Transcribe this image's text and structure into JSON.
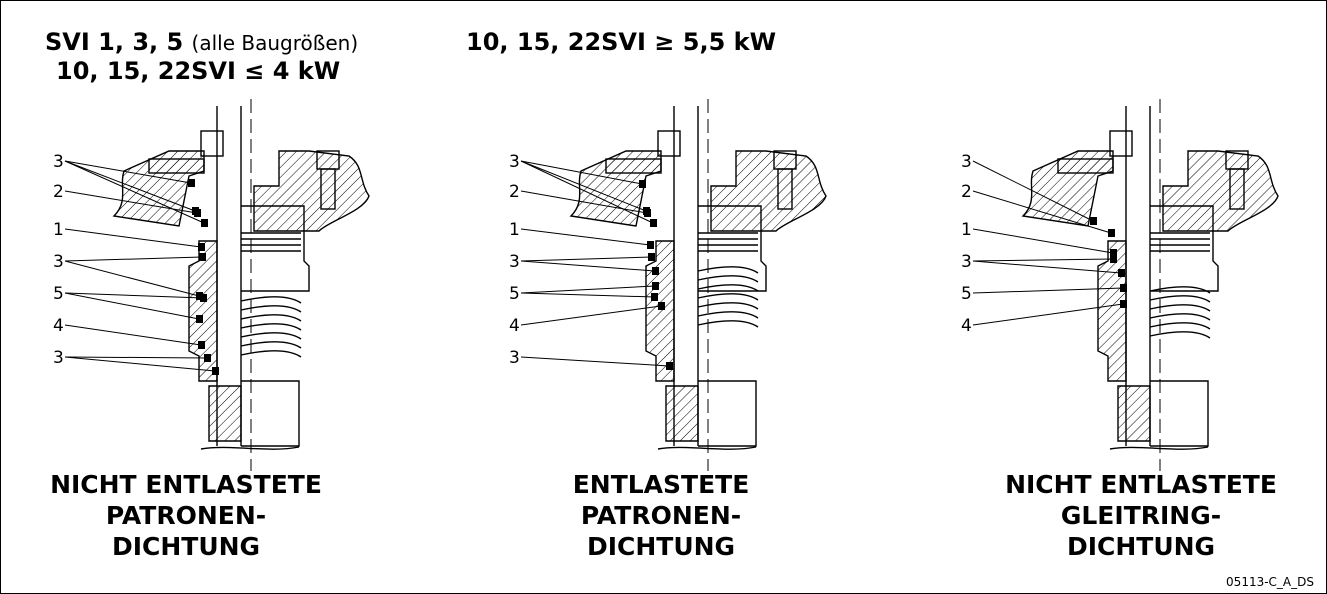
{
  "header": {
    "left_bold": "SVI 1, 3, 5",
    "left_normal": "(alle Baugrößen)",
    "left_line2": "10, 15, 22SVI ≤ 4 kW",
    "middle": "10, 15, 22SVI ≥ 5,5 kW"
  },
  "views": [
    {
      "caption": [
        "NICHT ENTLASTETE",
        "PATRONEN-",
        "DICHTUNG"
      ],
      "callouts": [
        "3",
        "2",
        "1",
        "3",
        "5",
        "4",
        "3"
      ]
    },
    {
      "caption": [
        "ENTLASTETE",
        "PATRONEN-",
        "DICHTUNG"
      ],
      "callouts": [
        "3",
        "2",
        "1",
        "3",
        "5",
        "4",
        "3"
      ]
    },
    {
      "caption": [
        "NICHT ENTLASTETE",
        "GLEITRING-",
        "DICHTUNG"
      ],
      "callouts": [
        "3",
        "2",
        "1",
        "3",
        "5",
        "4"
      ]
    }
  ],
  "reference_code": "05113-C_A_DS",
  "colors": {
    "line": "#000000",
    "background": "#ffffff"
  }
}
